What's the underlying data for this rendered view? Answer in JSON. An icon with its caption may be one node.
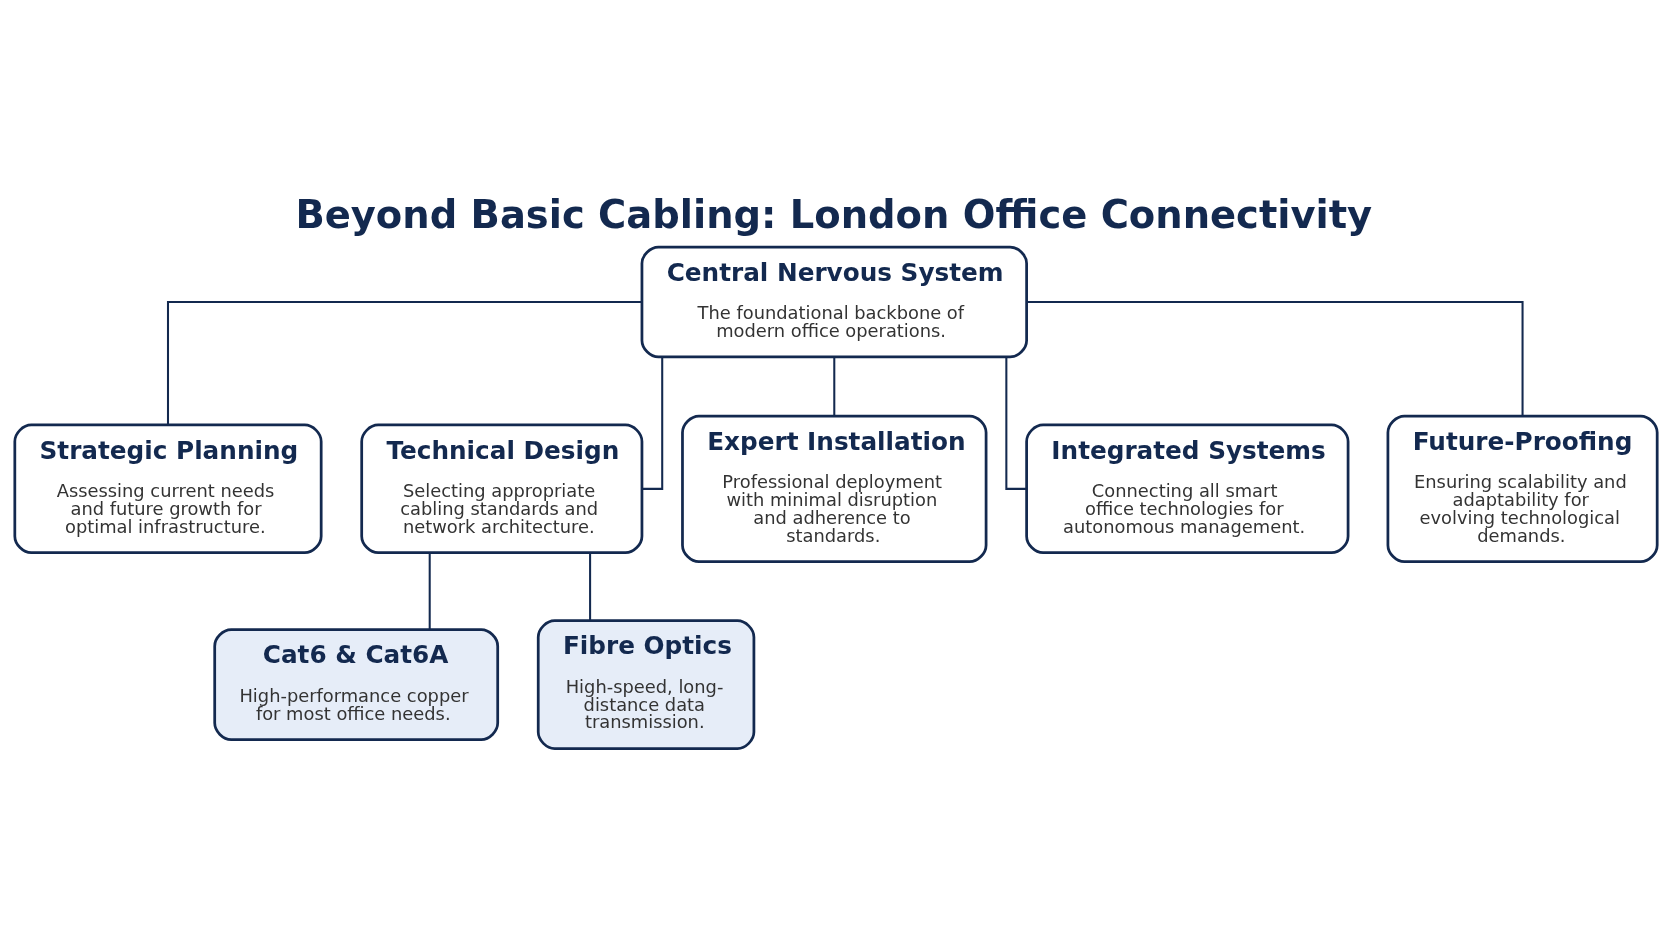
{
  "diagram": {
    "title": "Beyond Basic Cabling: London Office Connectivity",
    "nodes": [
      {
        "text": [
          "Central Nervous System",
          "The foundational backbone of modern office operations."
        ]
      },
      {
        "text": [
          "Strategic Planning",
          "Assessing current needs and future growth for optimal infrastructure."
        ]
      },
      {
        "text": [
          "Technical Design",
          "Selecting appropriate cabling standards and network architecture."
        ]
      },
      {
        "text": [
          "Expert Installation",
          "Professional deployment with minimal disruption and adherence to standards."
        ]
      },
      {
        "text": [
          "Integrated Systems",
          "Connecting all smart office technologies for autonomous management."
        ]
      },
      {
        "text": [
          "Future-Proofing",
          "Ensuring scalability and adaptability for evolving technological demands."
        ]
      },
      {
        "text": [
          "Cat6 & Cat6A",
          "High-performance copper for most office needs."
        ]
      },
      {
        "text": [
          "Fibre Optics",
          "High-speed, long-distance data transmission."
        ]
      }
    ],
    "edges": [
      {
        "from": 0,
        "to": 1,
        "arrow": "none"
      },
      {
        "from": 0,
        "to": 2,
        "arrow": "none"
      },
      {
        "from": 0,
        "to": 3,
        "arrow": "none"
      },
      {
        "from": 0,
        "to": 4,
        "arrow": "none"
      },
      {
        "from": 0,
        "to": 5,
        "arrow": "none"
      },
      {
        "from": 2,
        "to": 6,
        "arrow": "none"
      },
      {
        "from": 2,
        "to": 7,
        "arrow": "none"
      }
    ]
  }
}
